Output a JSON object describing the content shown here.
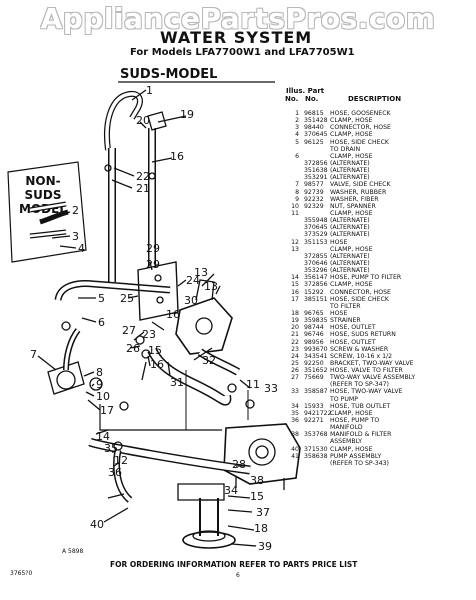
{
  "watermark": "AppliancePartsPros.com",
  "header": {
    "title": "WATER SYSTEM",
    "subtitle": "For Models LFA7700W1 and LFA7705W1"
  },
  "labels": {
    "suds_model": "SUDS-MODEL",
    "non_suds_model": [
      "NON-SUDS",
      "MODEL"
    ]
  },
  "parts_table": {
    "col_illus": "Illus. Part",
    "col_no": "No.",
    "col_partno": "No.",
    "col_description": "DESCRIPTION",
    "rows": [
      [
        "1",
        "96815",
        "HOSE, GOOSENECK"
      ],
      [
        "2",
        "351428",
        "CLAMP, HOSE"
      ],
      [
        "3",
        "98440",
        "CONNECTOR, HOSE"
      ],
      [
        "4",
        "370645",
        "CLAMP, HOSE"
      ],
      [
        "5",
        "96125",
        "HOSE, SIDE CHECK"
      ],
      [
        "",
        "",
        "TO DRAIN"
      ],
      [
        "6",
        "",
        "CLAMP, HOSE"
      ],
      [
        "",
        "372856",
        "(ALTERNATE)"
      ],
      [
        "",
        "351638",
        "(ALTERNATE)"
      ],
      [
        "",
        "353291",
        "(ALTERNATE)"
      ],
      [
        "7",
        "98577",
        "VALVE, SIDE CHECK"
      ],
      [
        "8",
        "92739",
        "WASHER, RUBBER"
      ],
      [
        "9",
        "92232",
        "WASHER, FIBER"
      ],
      [
        "10",
        "92329",
        "NUT, SPANNER"
      ],
      [
        "11",
        "",
        "CLAMP, HOSE"
      ],
      [
        "",
        "355948",
        "(ALTERNATE)"
      ],
      [
        "",
        "370645",
        "(ALTERNATE)"
      ],
      [
        "",
        "373529",
        "(ALTERNATE)"
      ],
      [
        "12",
        "351153",
        "HOSE"
      ],
      [
        "13",
        "",
        "CLAMP, HOSE"
      ],
      [
        "",
        "372855",
        "(ALTERNATE)"
      ],
      [
        "",
        "370646",
        "(ALTERNATE)"
      ],
      [
        "",
        "353296",
        "(ALTERNATE)"
      ],
      [
        "14",
        "356147",
        "HOSE, PUMP TO FILTER"
      ],
      [
        "15",
        "372856",
        "CLAMP, HOSE"
      ],
      [
        "16",
        "15292",
        "CONNECTOR, HOSE"
      ],
      [
        "17",
        "385151",
        "HOSE, SIDE CHECK"
      ],
      [
        "",
        "",
        "TO FILTER"
      ],
      [
        "18",
        "96765",
        "HOSE"
      ],
      [
        "19",
        "359835",
        "STRAINER"
      ],
      [
        "20",
        "98744",
        "HOSE, OUTLET"
      ],
      [
        "21",
        "96746",
        "HOSE, SUDS RETURN"
      ],
      [
        "22",
        "98956",
        "HOSE, OUTLET"
      ],
      [
        "23",
        "993670",
        "SCREW & WASHER"
      ],
      [
        "24",
        "343541",
        "SCREW, 10-16 x 1/2"
      ],
      [
        "25",
        "92250",
        "BRACKET, TWO-WAY VALVE"
      ],
      [
        "26",
        "351652",
        "HOSE, VALVE TO FILTER"
      ],
      [
        "27",
        "75669",
        "TWO-WAY VALVE ASSEMBLY"
      ],
      [
        "",
        "",
        "(REFER TO SP-347)"
      ],
      [
        "33",
        "358587",
        "HOSE, TWO-WAY VALVE"
      ],
      [
        "",
        "",
        "TO PUMP"
      ],
      [
        "34",
        "15933",
        "HOSE, TUB OUTLET"
      ],
      [
        "35",
        "9421722",
        "CLAMP, HOSE"
      ],
      [
        "36",
        "92271",
        "HOSE, PUMP TO"
      ],
      [
        "",
        "",
        "MANIFOLD"
      ],
      [
        "38",
        "353768",
        "MANIFOLD & FILTER"
      ],
      [
        "",
        "",
        "ASSEMBLY"
      ],
      [
        "40",
        "371530",
        "CLAMP, HOSE"
      ],
      [
        "41",
        "358638",
        "PUMP ASSEMBLY"
      ],
      [
        "",
        "",
        "(REFER TO SP-343)"
      ]
    ]
  },
  "callouts": [
    "1",
    "19",
    "20",
    "16",
    "22",
    "21",
    "2",
    "3",
    "4",
    "5",
    "6",
    "7",
    "8",
    "9",
    "10",
    "11",
    "12",
    "13",
    "14",
    "15",
    "16",
    "17",
    "18",
    "23",
    "24",
    "25",
    "26",
    "27",
    "28",
    "29",
    "30",
    "31",
    "32",
    "33",
    "34",
    "35",
    "36",
    "37",
    "38",
    "39",
    "40",
    "16",
    "13",
    "15",
    "29"
  ],
  "footer": {
    "ordering": "FOR ORDERING INFORMATION REFER TO PARTS PRICE LIST",
    "code_left": "3765?0",
    "code_diag": "A 5898",
    "page": "6"
  }
}
